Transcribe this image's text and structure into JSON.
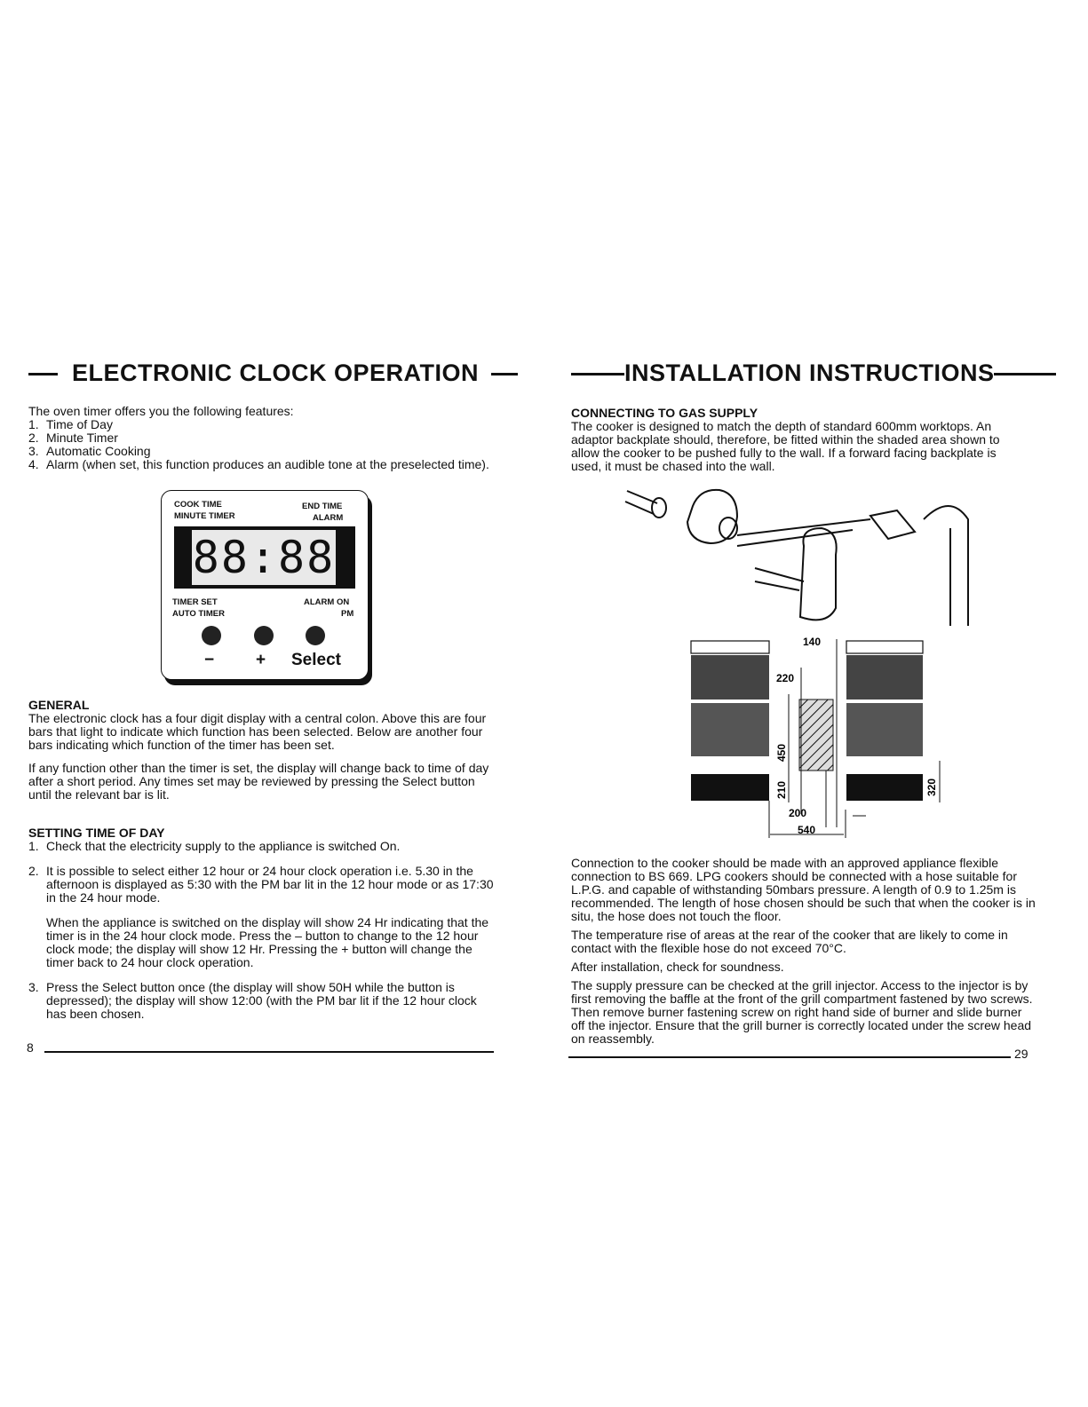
{
  "left": {
    "title": "ELECTRONIC CLOCK OPERATION",
    "intro": "The oven timer offers you the following features:",
    "features": [
      {
        "n": "1.",
        "text": "Time of Day"
      },
      {
        "n": "2.",
        "text": "Minute Timer"
      },
      {
        "n": "3.",
        "text": "Automatic Cooking"
      },
      {
        "n": "4.",
        "text": "Alarm (when set, this function produces an audible tone at the preselected time)."
      }
    ],
    "clock": {
      "cook_time": "COOK TIME",
      "minute_timer": "MINUTE TIMER",
      "end_time": "END TIME",
      "alarm": "ALARM",
      "display": "88:88",
      "timer_set": "TIMER SET",
      "auto_timer": "AUTO TIMER",
      "alarm_on": "ALARM ON",
      "pm": "PM",
      "minus": "−",
      "plus": "+",
      "select": "Select"
    },
    "general_heading": "GENERAL",
    "general_p1": "The electronic clock has a four digit display with a central colon. Above this are four bars that light to indicate which function has been selected. Below are another four bars indicating which function of the timer has been set.",
    "general_p2": "If any function other than the timer is set, the display will change back to time of day after a short period. Any times set may be reviewed by pressing the Select button until the relevant bar is lit.",
    "setting_heading": "SETTING TIME OF DAY",
    "steps": [
      {
        "n": "1.",
        "text": "Check that the electricity  supply to the appliance is switched On."
      },
      {
        "n": "2.",
        "text": "It is possible to select either 12 hour or 24 hour clock operation i.e. 5.30 in the afternoon is displayed as 5:30 with the PM bar lit in the 12 hour mode or as 17:30 in the 24 hour mode."
      },
      {
        "n": "",
        "text": "When the appliance is switched on the display will show 24 Hr indicating that the timer is in the 24 hour clock mode. Press the – button to change to the 12 hour clock mode; the display will show 12 Hr. Pressing the + button will change the timer back to 24 hour clock operation."
      },
      {
        "n": "3.",
        "text": "Press the Select button once (the display will show 50H while the button is depressed); the display will show 12:00 (with the PM bar lit if the 12 hour clock has been chosen."
      }
    ],
    "page_number": "8"
  },
  "right": {
    "title": "INSTALLATION INSTRUCTIONS",
    "gas_heading": "CONNECTING TO GAS SUPPLY",
    "gas_p1": "The cooker is designed to match the depth of standard 600mm worktops. An adaptor backplate should, therefore, be fitted within the shaded area shown to allow the cooker to be pushed fully to the wall. If a forward facing backplate is used, it must be chased into the wall.",
    "dims": {
      "d140": "140",
      "d220": "220",
      "d450": "450",
      "d210": "210",
      "d200": "200",
      "d540": "540",
      "d320": "320"
    },
    "p2": "Connection to the cooker should be made with an approved appliance flexible connection to BS 669. LPG cookers should be connected with a hose suitable for L.P.G. and capable of withstanding 50mbars pressure. A length of 0.9 to 1.25m is recommended. The length of hose chosen should be such that when the cooker is in situ, the hose does not touch the floor.",
    "p3": "The temperature rise of areas at the rear of the cooker that are likely to come in contact with the flexible hose do not exceed 70°C.",
    "p4": "After installation, check for soundness.",
    "p5": "The supply pressure can be checked at the grill injector. Access to the injector is by first removing the baffle at the front of the grill compartment fastened by two screws. Then remove burner fastening screw on right hand side of burner and slide burner off the injector. Ensure that the grill burner is correctly located under the screw head on reassembly.",
    "page_number": "29"
  }
}
